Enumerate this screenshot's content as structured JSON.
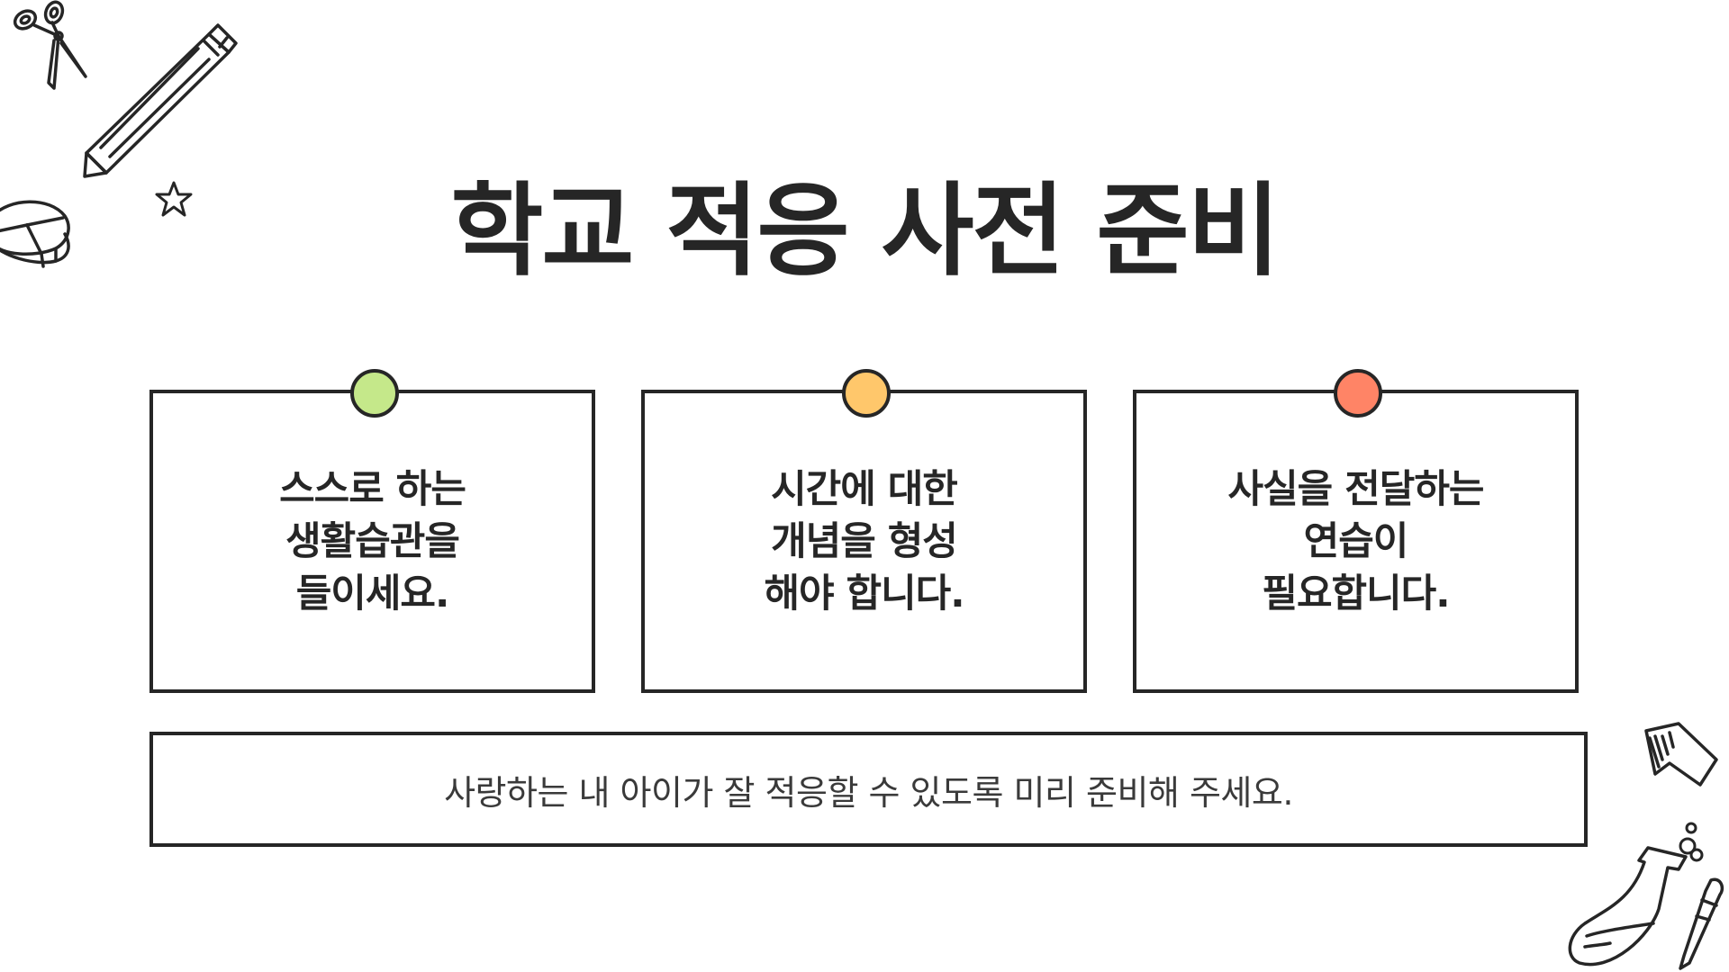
{
  "slide": {
    "title": "학교 적응 사전 준비",
    "cards": [
      {
        "text": "스스로 하는\n생활습관을\n들이세요.",
        "pin_color": "#C5E88A"
      },
      {
        "text": "시간에 대한\n개념을 형성\n해야 합니다.",
        "pin_color": "#FFC76B"
      },
      {
        "text": "사실을 전달하는\n연습이\n필요합니다.",
        "pin_color": "#FF8466"
      }
    ],
    "banner": "사랑하는 내 아이가 잘 적응할 수 있도록 미리 준비해 주세요."
  },
  "decorations": {
    "icons": [
      "scissors-icon",
      "pencil-icon",
      "star-icon",
      "pie-chart-icon",
      "arrow-icon",
      "flask-icon",
      "bubbles-icon"
    ],
    "stroke_color": "#262626"
  }
}
